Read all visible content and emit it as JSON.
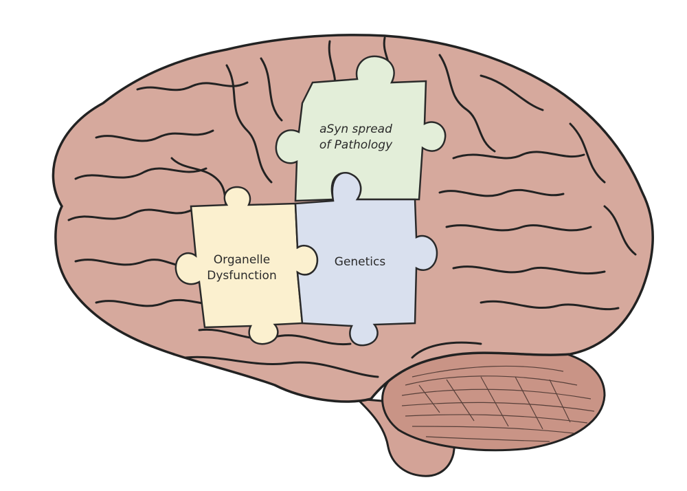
{
  "figure": {
    "pieces": [
      {
        "id": "asyn",
        "lines": [
          "aSyn spread",
          "of Pathology"
        ],
        "color": "#e3eed9"
      },
      {
        "id": "organelle",
        "lines": [
          "Organelle",
          "Dysfunction"
        ],
        "color": "#fbf0cf"
      },
      {
        "id": "genetics",
        "lines": [
          "Genetics"
        ],
        "color": "#d9e0ee"
      }
    ],
    "colors": {
      "brain": "#d6a99d",
      "brain_shadow": "#c59386",
      "outline": "#222222",
      "cerebellum": "#c99486",
      "brainstem": "#d3a397"
    }
  }
}
